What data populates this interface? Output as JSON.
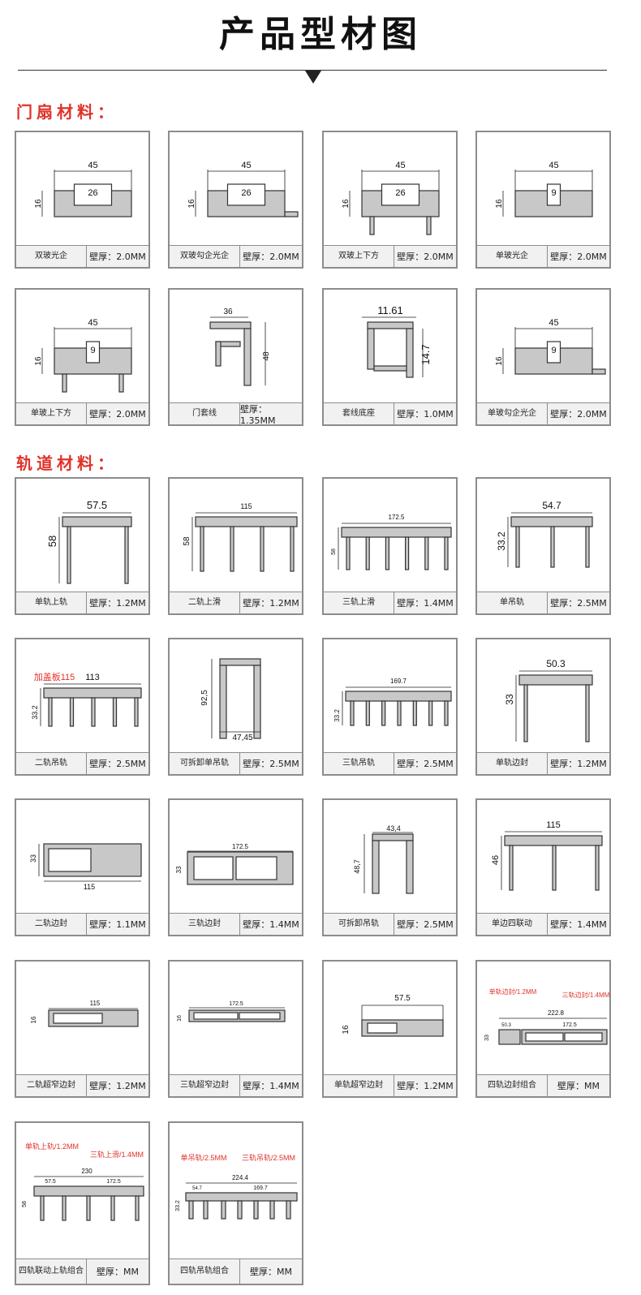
{
  "header": {
    "title": "产品型材图"
  },
  "sections": {
    "door": "门扇材料：",
    "track": "轨道材料："
  },
  "door_items": [
    {
      "name": "双玻光企",
      "thickness": "壁厚：2.0MM",
      "dims": [
        "45",
        "26",
        "16"
      ]
    },
    {
      "name": "双玻勾企光企",
      "thickness": "壁厚：2.0MM",
      "dims": [
        "45",
        "26",
        "16"
      ]
    },
    {
      "name": "双玻上下方",
      "thickness": "壁厚：2.0MM",
      "dims": [
        "45",
        "26",
        "16"
      ]
    },
    {
      "name": "单玻光企",
      "thickness": "壁厚：2.0MM",
      "dims": [
        "45",
        "9",
        "16"
      ]
    },
    {
      "name": "单玻上下方",
      "thickness": "壁厚：2.0MM",
      "dims": [
        "45",
        "9",
        "16"
      ]
    },
    {
      "name": "门套线",
      "thickness": "壁厚：1.35MM",
      "dims": [
        "36",
        "48"
      ]
    },
    {
      "name": "套线底座",
      "thickness": "壁厚：1.0MM",
      "dims": [
        "11.61",
        "14.7"
      ]
    },
    {
      "name": "单玻勾企光企",
      "thickness": "壁厚：2.0MM",
      "dims": [
        "45",
        "9",
        "16"
      ]
    }
  ],
  "track_items": [
    {
      "name": "单轨上轨",
      "thickness": "壁厚：1.2MM",
      "dims": [
        "57.5",
        "58"
      ]
    },
    {
      "name": "二轨上滑",
      "thickness": "壁厚：1.2MM",
      "dims": [
        "115",
        "58"
      ]
    },
    {
      "name": "三轨上滑",
      "thickness": "壁厚：1.4MM",
      "dims": [
        "172.5",
        "58"
      ]
    },
    {
      "name": "单吊轨",
      "thickness": "壁厚：2.5MM",
      "dims": [
        "54.7",
        "33.2"
      ]
    },
    {
      "name": "二轨吊轨",
      "thickness": "壁厚：2.5MM",
      "dims": [
        "113",
        "33.2"
      ],
      "note": "加盖板115"
    },
    {
      "name": "可拆卸单吊轨",
      "thickness": "壁厚：2.5MM",
      "dims": [
        "47,45",
        "92,5"
      ]
    },
    {
      "name": "三轨吊轨",
      "thickness": "壁厚：2.5MM",
      "dims": [
        "169.7",
        "33.2"
      ]
    },
    {
      "name": "单轨边封",
      "thickness": "壁厚：1.2MM",
      "dims": [
        "50.3",
        "33"
      ]
    },
    {
      "name": "二轨边封",
      "thickness": "壁厚：1.1MM",
      "dims": [
        "115",
        "33"
      ]
    },
    {
      "name": "三轨边封",
      "thickness": "壁厚：1.4MM",
      "dims": [
        "172.5",
        "33"
      ]
    },
    {
      "name": "可拆卸吊轨",
      "thickness": "壁厚：2.5MM",
      "dims": [
        "43,4",
        "48,7"
      ]
    },
    {
      "name": "单边四联动",
      "thickness": "壁厚：1.4MM",
      "dims": [
        "115",
        "46"
      ]
    },
    {
      "name": "二轨超窄边封",
      "thickness": "壁厚：1.2MM",
      "dims": [
        "115",
        "16"
      ]
    },
    {
      "name": "三轨超窄边封",
      "thickness": "壁厚：1.4MM",
      "dims": [
        "172.5",
        "16"
      ]
    },
    {
      "name": "单轨超窄边封",
      "thickness": "壁厚：1.2MM",
      "dims": [
        "57.5",
        "16"
      ]
    },
    {
      "name": "四轨边封组合",
      "thickness": "壁厚：MM",
      "dims": [
        "222.8",
        "50.3",
        "172.5",
        "33"
      ],
      "notes": [
        "单轨边封/1.2MM",
        "三轨边封/1.4MM"
      ]
    },
    {
      "name": "四轨联动上轨组合",
      "thickness": "壁厚：MM",
      "dims": [
        "230",
        "57.5",
        "172.5",
        "58"
      ],
      "notes": [
        "单轨上轨/1.2MM",
        "三轨上滑/1.4MM"
      ]
    },
    {
      "name": "四轨吊轨组合",
      "thickness": "壁厚：MM",
      "dims": [
        "224.4",
        "54.7",
        "169.7",
        "33.2"
      ],
      "notes": [
        "单吊轨/2.5MM",
        "三轨吊轨/2.5MM"
      ]
    }
  ],
  "colors": {
    "accent": "#e0322a",
    "border": "#8c8c8c",
    "footer_bg": "#f1f1f1",
    "profile_fill": "#c8c8c8"
  }
}
